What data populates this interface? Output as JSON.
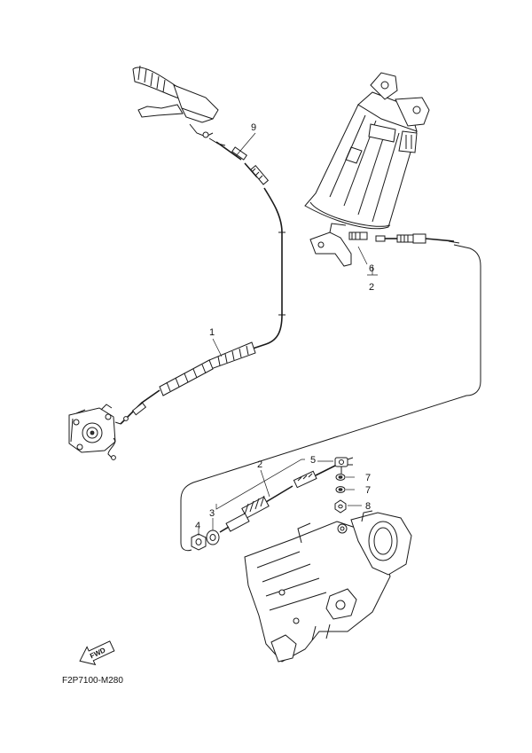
{
  "diagram_code": "F2P7100-M280",
  "direction_marker": "FWD",
  "callouts": {
    "c1": "1",
    "c2a": "2",
    "c2b": "2",
    "c3": "3",
    "c4": "4",
    "c5": "5",
    "c6": "6",
    "c7a": "7",
    "c7b": "7",
    "c8": "8",
    "c9": "9"
  }
}
